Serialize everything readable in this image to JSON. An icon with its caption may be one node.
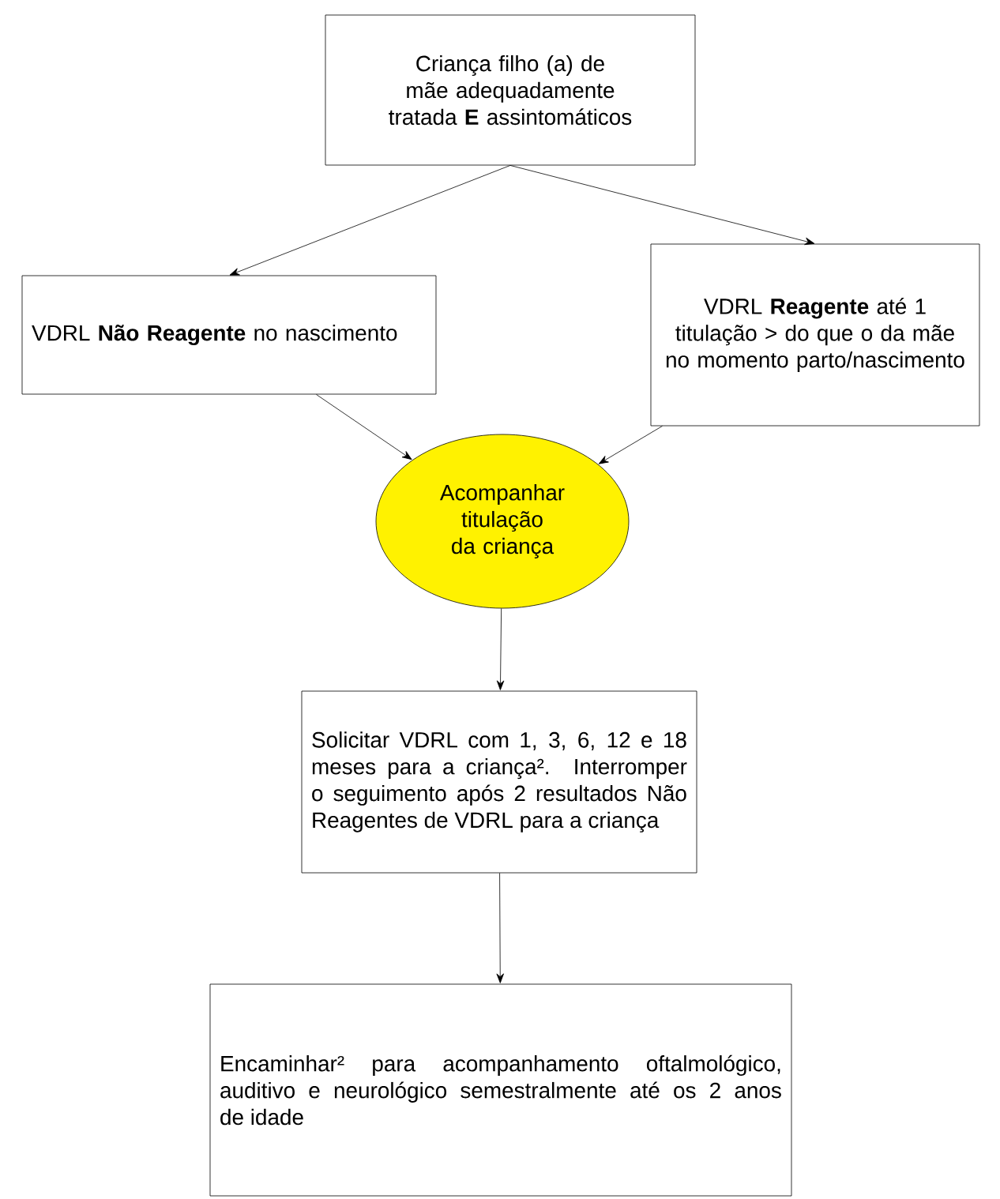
{
  "diagram": {
    "nodes": [
      {
        "text": [
          "Criança filho (a) de mãe adequadamente tratada **E** assintomáticos"
        ]
      },
      {
        "text": [
          "VDRL **Não Reagente** no nascimento"
        ]
      },
      {
        "text": [
          "VDRL **Reagente** até 1 titulação > do que o da mãe no momento parto/nascimento"
        ]
      },
      {
        "text": [
          "Acompanhar titulação da criança"
        ]
      },
      {
        "text": [
          "Solicitar VDRL com 1, 3, 6, 12 e 18 meses para a criança². Interromper o seguimento após 2 resultados Não Reagentes de VDRL para a criança"
        ]
      },
      {
        "text": [
          "Encaminhar² para acompanhamento oftalmológico, auditivo e neurológico semestralmente até os 2 anos de idade"
        ]
      }
    ],
    "edges": [
      {
        "from": 0,
        "to": 1,
        "arrow": "to"
      },
      {
        "from": 0,
        "to": 2,
        "arrow": "to"
      },
      {
        "from": 1,
        "to": 3,
        "arrow": "to"
      },
      {
        "from": 2,
        "to": 3,
        "arrow": "to"
      },
      {
        "from": 3,
        "to": 4,
        "arrow": "to"
      },
      {
        "from": 4,
        "to": 5,
        "arrow": "to"
      }
    ]
  }
}
